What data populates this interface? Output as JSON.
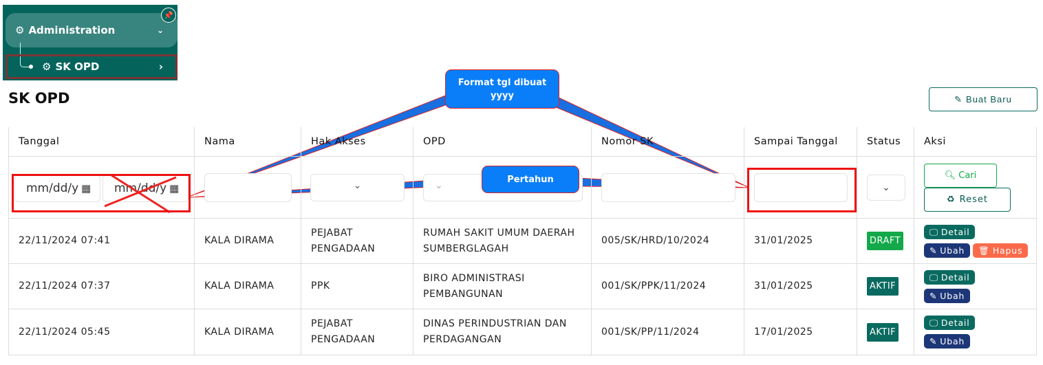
{
  "sidebar": {
    "menu_label": "Administration",
    "submenu_label": "SK OPD"
  },
  "page": {
    "title": "SK OPD",
    "new_button": "Buat Baru"
  },
  "table": {
    "headers": [
      "Tanggal",
      "Nama",
      "Hak Akses",
      "OPD",
      "Nomor SK",
      "Sampai Tanggal",
      "Status",
      "Aksi"
    ],
    "filters": {
      "date_placeholder": "mm/dd/yyyy",
      "search_button": "Cari",
      "reset_button": "Reset"
    },
    "rows": [
      {
        "tanggal": "22/11/2024 07:41",
        "nama": "KALA DIRAMA",
        "hak_akses": "PEJABAT PENGADAAN",
        "opd": "RUMAH SAKIT UMUM DAERAH SUMBERGLAGAH",
        "nomor_sk": "005/SK/HRD/10/2024",
        "sampai": "31/01/2025",
        "status": "DRAFT",
        "actions": [
          "Detail",
          "Ubah",
          "Hapus"
        ]
      },
      {
        "tanggal": "22/11/2024 07:37",
        "nama": "KALA DIRAMA",
        "hak_akses": "PPK",
        "opd": "BIRO ADMINISTRASI PEMBANGUNAN",
        "nomor_sk": "001/SK/PPK/11/2024",
        "sampai": "31/01/2025",
        "status": "AKTIF",
        "actions": [
          "Detail",
          "Ubah"
        ]
      },
      {
        "tanggal": "22/11/2024 05:45",
        "nama": "KALA DIRAMA",
        "hak_akses": "PEJABAT PENGADAAN",
        "opd": "DINAS PERINDUSTRIAN DAN PERDAGANGAN",
        "nomor_sk": "001/SK/PP/11/2024",
        "sampai": "17/01/2025",
        "status": "AKTIF",
        "actions": [
          "Detail",
          "Ubah"
        ]
      }
    ]
  },
  "annotations": {
    "callout_format": "Format tgl dibuat yyyy",
    "callout_year": "Pertahun"
  },
  "colors": {
    "primary": "#0a6a60",
    "draft": "#13a94a",
    "navy": "#1d3677",
    "danger": "#fa6a4a",
    "callout": "#0a7ef8"
  }
}
